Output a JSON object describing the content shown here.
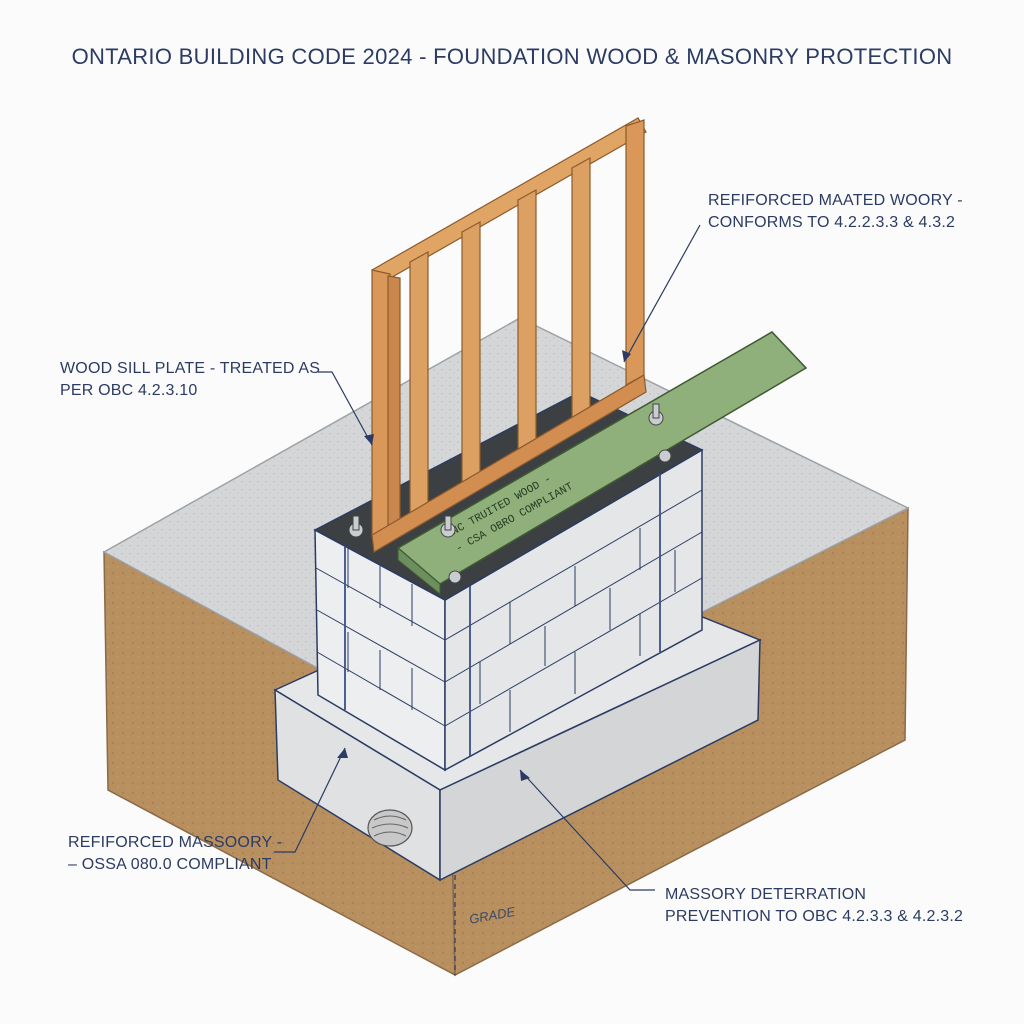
{
  "title": "ONTARIO BUILDING CODE 2024 - FOUNDATION WOOD & MASONRY PROTECTION",
  "callouts": {
    "top_right": {
      "line1": "REFIFORCED MAATED WOORY -",
      "line2": "CONFORMS TO 4.2.2.3.3 & 4.3.2"
    },
    "sill": {
      "line1": "WOOD SILL PLATE - TREATED AS",
      "line2": "PER OBC 4.2.3.10"
    },
    "bottom_left": {
      "line1": "REFIFORCED MASSOORY -",
      "line2": "– OSSA 080.0 COMPLIANT"
    },
    "bottom_right": {
      "line1": "MASSORY DETERRATION",
      "line2": "PREVENTION TO OBC 4.2.3.3 & 4.2.3.2"
    }
  },
  "plank_stamp": {
    "line1": "ONC TRUITED WOOD -",
    "line2": "- CSA OBRO COMPLIANT"
  },
  "grade_label": "GRADE",
  "colors": {
    "ink": "#2b3b63",
    "wood": "#d9975a",
    "treated_plank": "#8fb07a",
    "concrete": "#d8dadb",
    "soil": "#b48a5c",
    "block": "#e8eaec"
  }
}
